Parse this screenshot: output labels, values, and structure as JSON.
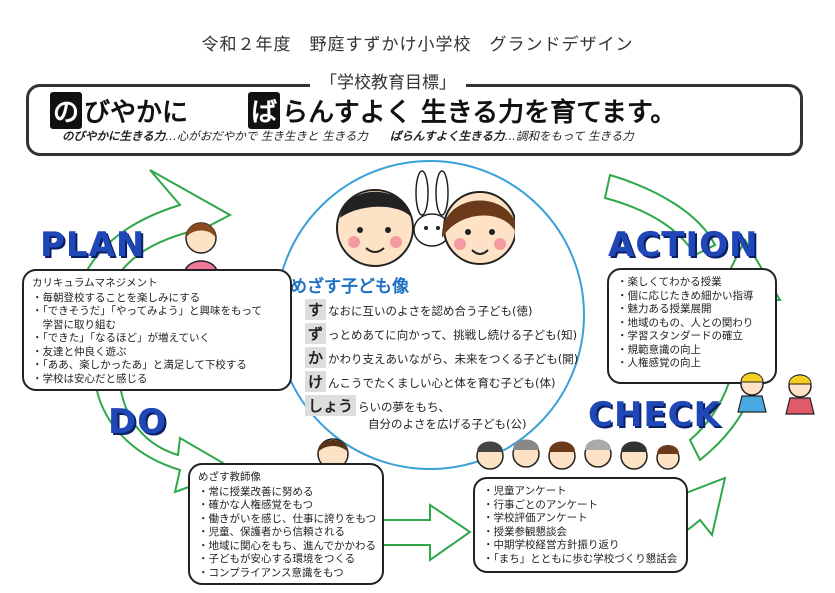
{
  "title": "令和２年度　野庭すずかけ小学校　グランドデザイン",
  "goal": {
    "label": "「学校教育目標」",
    "part1_mark": "の",
    "part1_text": "びやかに",
    "part2_mark": "ば",
    "part2_text": "らんすよく 生きる力を育てます。",
    "sub1_bold": "のびやかに生きる力",
    "sub1_light": "…心がおだやかで 生き生きと 生きる力",
    "sub2_bold": "ばらんすよく生きる力",
    "sub2_light": "…調和をもって 生きる力"
  },
  "stages": {
    "plan": "PLAN",
    "do": "DO",
    "check": "CHECK",
    "action": "ACTION"
  },
  "plan_panel": {
    "heading": "カリキュラムマネジメント",
    "items": [
      "・毎朝登校することを楽しみにする",
      "・「できそうだ」「やってみよう」と興味をもって",
      "　学習に取り組む",
      "・「できた」「なるほど」が増えていく",
      "・友達と仲良く遊ぶ",
      "・「ああ、楽しかったあ」と満足して下校する",
      "・学校は安心だと感じる"
    ]
  },
  "action_panel": {
    "items": [
      "・楽しくてわかる授業",
      "・個に応じたきめ細かい指導",
      "・魅力ある授業展開",
      "・地域のもの、人との関わり",
      "・学習スタンダードの確立",
      "・規範意識の向上",
      "・人権感覚の向上"
    ]
  },
  "do_panel": {
    "heading": "めざす教師像",
    "items": [
      "・常に授業改善に努める",
      "・確かな人権感覚をもつ",
      "・働きがいを感じ、仕事に誇りをもつ",
      "・児童、保護者から信頼される",
      "・地域に関心をもち、進んでかかわる",
      "・子どもが安心する環境をつくる",
      "・コンプライアンス意識をもつ"
    ]
  },
  "check_panel": {
    "items": [
      "・児童アンケート",
      "・行事ごとのアンケート",
      "・学校評価アンケート",
      "・授業参観懇談会",
      "・中期学校経営方針振り返り",
      "・「まち」とともに歩む学校づくり懇話会"
    ]
  },
  "center": {
    "title": "めざす子ども像",
    "lines": [
      {
        "kana": "す",
        "text": "なおに互いのよさを認め合う子ども(徳)"
      },
      {
        "kana": "ず",
        "text": "っとめあてに向かって、挑戦し続ける子ども(知)"
      },
      {
        "kana": "か",
        "text": "かわり支えあいながら、未来をつくる子ども(開)"
      },
      {
        "kana": "け",
        "text": "んこうでたくましい心と体を育む子ども(体)"
      },
      {
        "kana": "しょう",
        "text": "らいの夢をもち、"
      }
    ],
    "line5b": "自分のよさを広げる子ども(公)"
  },
  "colors": {
    "stage_blue": "#1f47b8",
    "arrow_green": "#2fa84a",
    "circle_blue": "#39a0d8"
  }
}
